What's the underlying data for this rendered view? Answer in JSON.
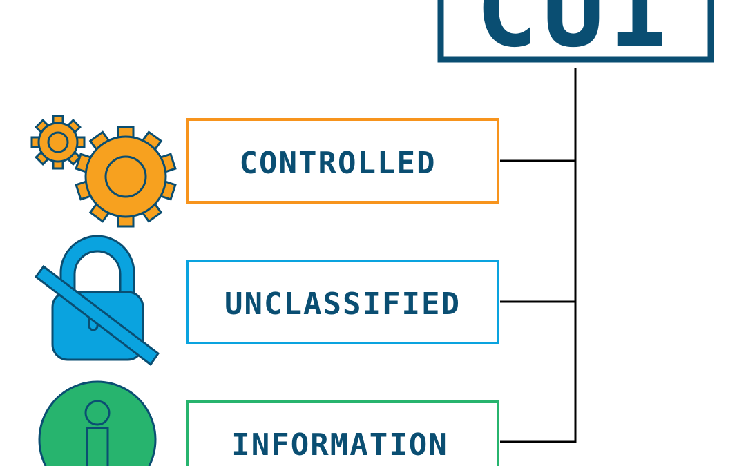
{
  "title": "CUI",
  "items": [
    {
      "label": "CONTROLLED",
      "icon": "gears-icon",
      "color": "#f7941d"
    },
    {
      "label": "UNCLASSIFIED",
      "icon": "crossed-lock-icon",
      "color": "#0aa3df"
    },
    {
      "label": "INFORMATION",
      "icon": "info-icon",
      "color": "#27b46e"
    }
  ],
  "colors": {
    "outline": "#0a4e72",
    "connector": "#000000"
  }
}
